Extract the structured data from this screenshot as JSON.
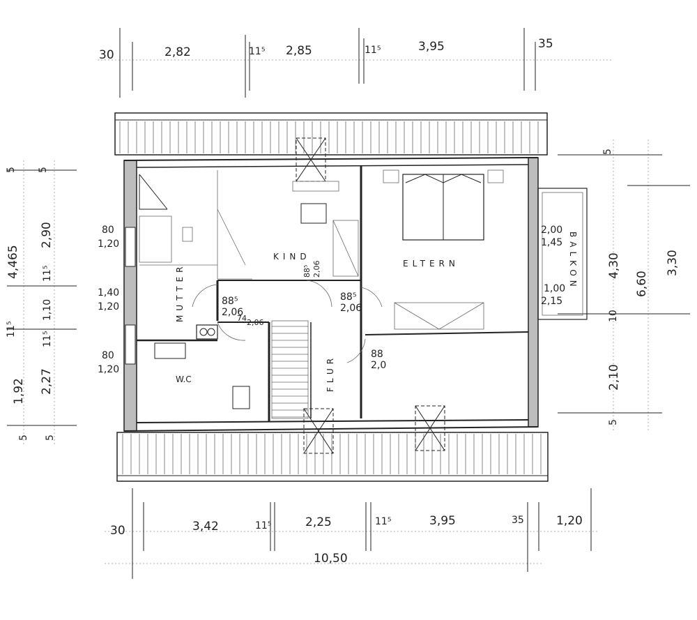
{
  "top_dims": [
    "30",
    "2,82",
    "11⁵",
    "2,85",
    "11⁵",
    "3,95",
    "35"
  ],
  "bottom_dims": [
    "30",
    "3,42",
    "11⁵",
    "2,25",
    "11⁵",
    "3,95",
    "35",
    "1,20"
  ],
  "total_width": "10,50",
  "left_dims": [
    "5",
    "5",
    "4,465",
    "2,90",
    "11⁵",
    "11⁵",
    "1,10",
    "11⁵",
    "1,92",
    "2,27",
    "5",
    "5"
  ],
  "right_dims": [
    "5",
    "4,30",
    "3,30",
    "6,60",
    "10",
    "2,10",
    "5"
  ],
  "openings": {
    "mutter_window": [
      "80",
      "1,20"
    ],
    "mutter_window2": [
      "1,40",
      "1,20"
    ],
    "wc_window": [
      "80",
      "1,20"
    ],
    "mutter_door": [
      "88⁵",
      "2,06"
    ],
    "mutter_door2": [
      "74",
      "2,06"
    ],
    "kind_door": [
      "88⁵",
      "2,06"
    ],
    "eltern_door": [
      "88⁵",
      "2,06"
    ],
    "bath_door": [
      "88",
      "2,0"
    ],
    "balkon_door": [
      "2,00",
      "1,45"
    ],
    "eltern_window": [
      "1,00",
      "2,15"
    ]
  },
  "rooms": {
    "mutter": "MUTTER",
    "kind": "KIND",
    "eltern": "ELTERN",
    "flur": "FLUR",
    "wc": "W.C",
    "balkon": "BALKON"
  },
  "colors": {
    "ink": "#222222",
    "paper": "#ffffff"
  }
}
